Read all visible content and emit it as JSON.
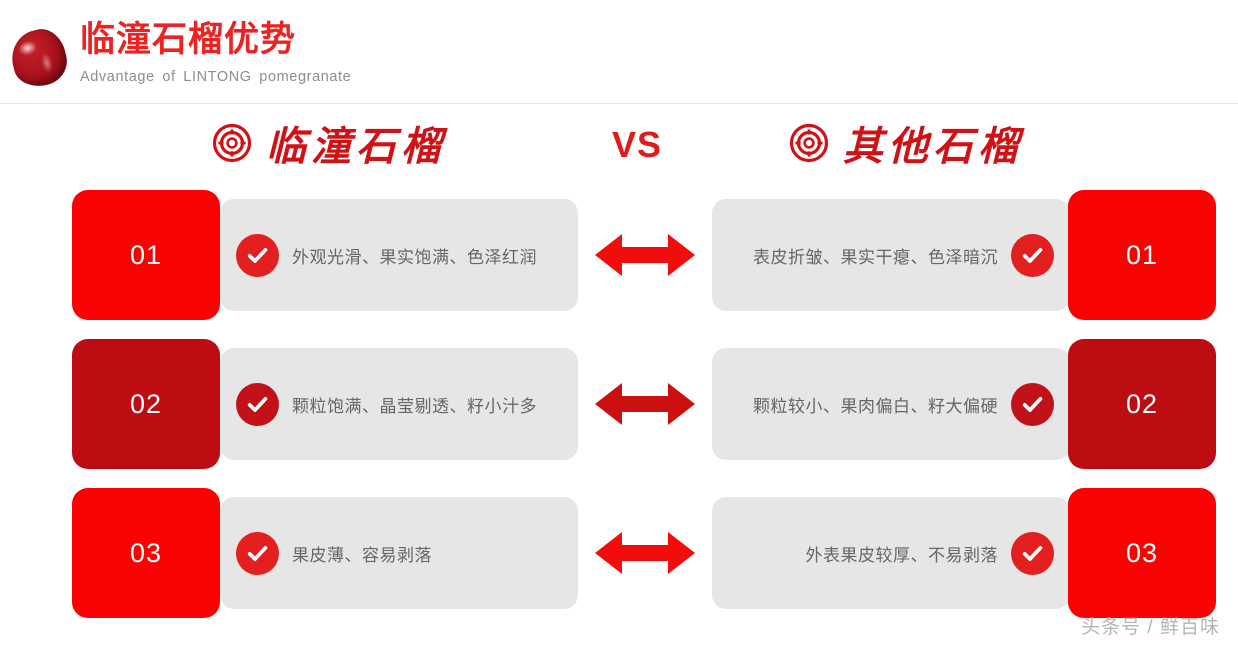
{
  "header": {
    "logo_icon": "pomegranate-seed",
    "title_cn": "临潼石榴优势",
    "title_en": "Advantage of LINTONG pomegranate",
    "title_color": "#ee2222"
  },
  "columns": {
    "left": {
      "icon": "target-icon",
      "label": "临潼石榴"
    },
    "right": {
      "icon": "target-icon",
      "label": "其他石榴"
    },
    "vs_label": "VS",
    "head_color": "#d01217"
  },
  "colors": {
    "bright_red": "#fb0202",
    "dark_red": "#be0d12",
    "bar_gray": "#e6e6e6",
    "bar_text": "#666666",
    "arrow_red": "#f20c0c"
  },
  "rows": [
    {
      "number": "01",
      "left_text": "外观光滑、果实饱满、色泽红润",
      "right_text": "表皮折皱、果实干瘪、色泽暗沉",
      "box_color": "#fb0202",
      "badge_color": "#e41f1f",
      "arrow_icon": "double-arrow-icon",
      "check_icon": "check-circle-icon"
    },
    {
      "number": "02",
      "left_text": "颗粒饱满、晶莹剔透、籽小汁多",
      "right_text": "颗粒较小、果肉偏白、籽大偏硬",
      "box_color": "#be0d12",
      "badge_color": "#c21219",
      "arrow_icon": "double-arrow-icon",
      "check_icon": "check-circle-icon"
    },
    {
      "number": "03",
      "left_text": "果皮薄、容易剥落",
      "right_text": "外表果皮较厚、不易剥落",
      "box_color": "#fb0202",
      "badge_color": "#e41f1f",
      "arrow_icon": "double-arrow-icon",
      "check_icon": "check-circle-icon"
    }
  ],
  "watermark": "头条号 / 鲜百味"
}
